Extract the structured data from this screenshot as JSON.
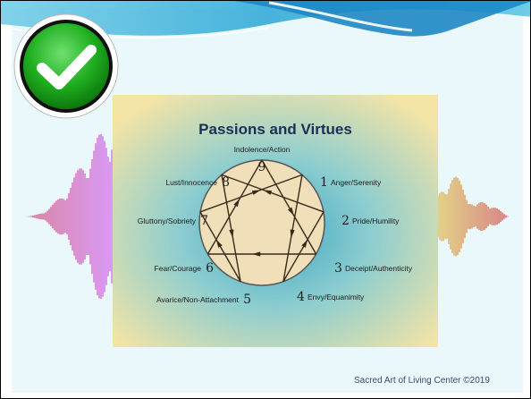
{
  "slide": {
    "title": "Passions and Virtues",
    "top_label": "Indolence/Action",
    "points": [
      {
        "number": "9",
        "label": "Indolence/Action"
      },
      {
        "number": "1",
        "label": "Anger/Serenity"
      },
      {
        "number": "2",
        "label": "Pride/Humility"
      },
      {
        "number": "3",
        "label": "Deceipt/Authenticity"
      },
      {
        "number": "4",
        "label": "Envy/Equanimity"
      },
      {
        "number": "5",
        "label": "Avarice/Non-Attachment"
      },
      {
        "number": "6",
        "label": "Fear/Courage"
      },
      {
        "number": "7",
        "label": "Gluttony/Sobriety"
      },
      {
        "number": "8",
        "label": "Lust/Innocence"
      }
    ],
    "footer": "Sacred Art of Living Center    ©2019"
  },
  "colors": {
    "accent": "#29a9d6",
    "check_green": "#1aa51a",
    "panel_center": "#5fb9c9",
    "panel_edge": "#f1e3a9",
    "circle_fill": "#f0dfb8"
  },
  "icons": {
    "checkmark": "check-circle-icon"
  }
}
